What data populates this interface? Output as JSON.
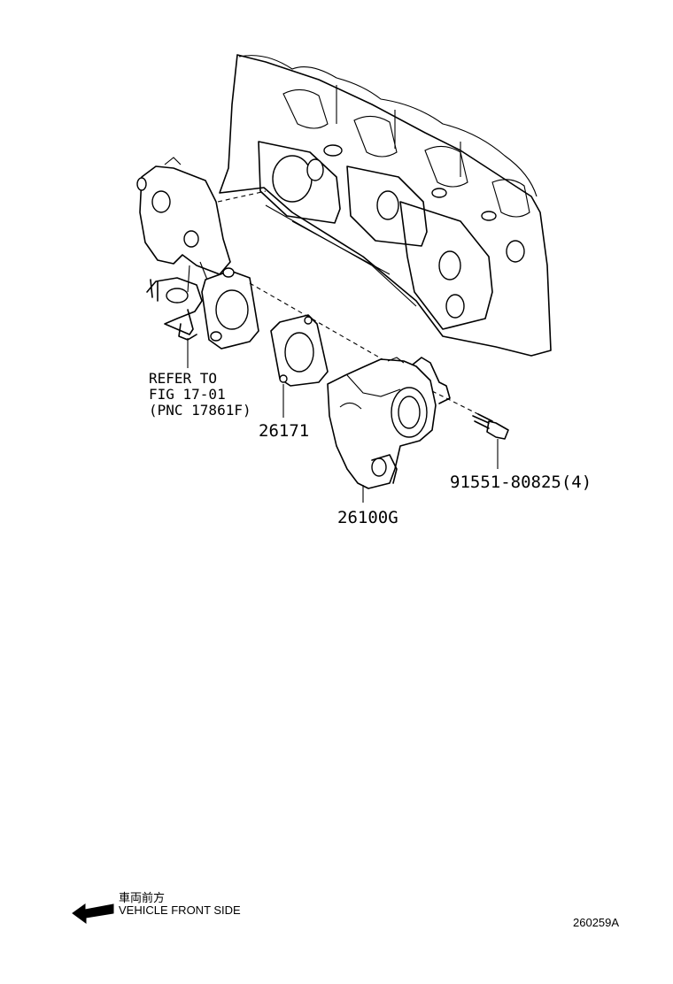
{
  "labels": {
    "refer_line1": "REFER TO",
    "refer_line2": "FIG 17-01",
    "refer_line3": "(PNC 17861F)",
    "part_gasket": "26171",
    "part_throttle_body": "26100G",
    "part_bolt": "91551-80825(4)"
  },
  "footer": {
    "direction_jp": "車両前方",
    "direction_en": "VEHICLE FRONT SIDE",
    "diagram_code": "260259A"
  }
}
